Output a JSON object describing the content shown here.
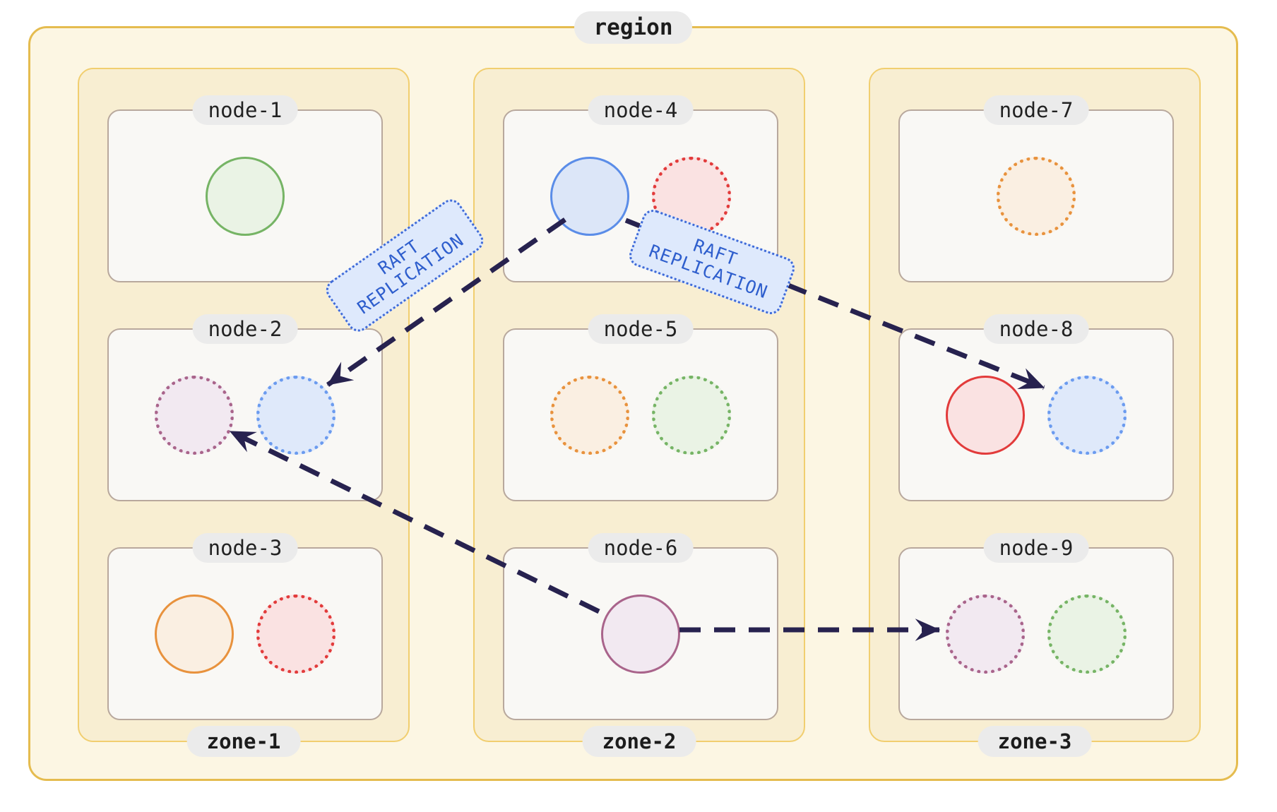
{
  "region": {
    "label": "region",
    "zones": [
      {
        "label": "zone-1",
        "nodes": [
          {
            "label": "node-1",
            "replicas": [
              {
                "color": "green",
                "style": "solid"
              }
            ]
          },
          {
            "label": "node-2",
            "replicas": [
              {
                "color": "purple",
                "style": "dotted"
              },
              {
                "color": "blue_light",
                "style": "dotted"
              }
            ]
          },
          {
            "label": "node-3",
            "replicas": [
              {
                "color": "orange",
                "style": "solid"
              },
              {
                "color": "red",
                "style": "dotted"
              }
            ]
          }
        ]
      },
      {
        "label": "zone-2",
        "nodes": [
          {
            "label": "node-4",
            "replicas": [
              {
                "color": "blue",
                "style": "solid"
              },
              {
                "color": "red",
                "style": "dotted"
              }
            ]
          },
          {
            "label": "node-5",
            "replicas": [
              {
                "color": "orange",
                "style": "dotted"
              },
              {
                "color": "green",
                "style": "dotted"
              }
            ]
          },
          {
            "label": "node-6",
            "replicas": [
              {
                "color": "purple",
                "style": "solid"
              }
            ]
          }
        ]
      },
      {
        "label": "zone-3",
        "nodes": [
          {
            "label": "node-7",
            "replicas": [
              {
                "color": "orange",
                "style": "dotted"
              }
            ]
          },
          {
            "label": "node-8",
            "replicas": [
              {
                "color": "red",
                "style": "solid"
              },
              {
                "color": "blue_light",
                "style": "dotted"
              }
            ]
          },
          {
            "label": "node-9",
            "replicas": [
              {
                "color": "purple",
                "style": "dotted"
              },
              {
                "color": "green",
                "style": "dotted"
              }
            ]
          }
        ]
      }
    ]
  },
  "raft_labels": [
    {
      "line1": "RAFT",
      "line2": "REPLICATION"
    },
    {
      "line1": "RAFT",
      "line2": "REPLICATION"
    }
  ],
  "arrows": [
    {
      "from": "node-4",
      "to": "node-2"
    },
    {
      "from": "node-4",
      "to": "node-8"
    },
    {
      "from": "node-6",
      "to": "node-2"
    },
    {
      "from": "node-6",
      "to": "node-9"
    }
  ],
  "palette": {
    "green": {
      "stroke": "#76b465",
      "fill": "#eaf3e5"
    },
    "blue": {
      "stroke": "#5b8de8",
      "fill": "#dce6f8"
    },
    "blue_light": {
      "stroke": "#6b9bef",
      "fill": "#dfe9fa"
    },
    "red": {
      "stroke": "#e23b3b",
      "fill": "#fae2e2"
    },
    "orange": {
      "stroke": "#e8923d",
      "fill": "#faefe2"
    },
    "purple": {
      "stroke": "#a9648b",
      "fill": "#f2e9f1"
    }
  },
  "colors": {
    "region-bg": "#fcf6e3",
    "region-border": "#e5bc4f",
    "zone-bg": "#f8eed2",
    "zone-border": "#f1ce6f",
    "node-bg": "#f9f8f5",
    "node-border": "#b8a89d",
    "pill-bg": "#ebebeb",
    "pill-text": "#1c1c1c",
    "arrow": "#27224f",
    "raft-bg": "#dee9fc",
    "raft-border": "#3e6ad8",
    "raft-text": "#2e5ecd"
  }
}
